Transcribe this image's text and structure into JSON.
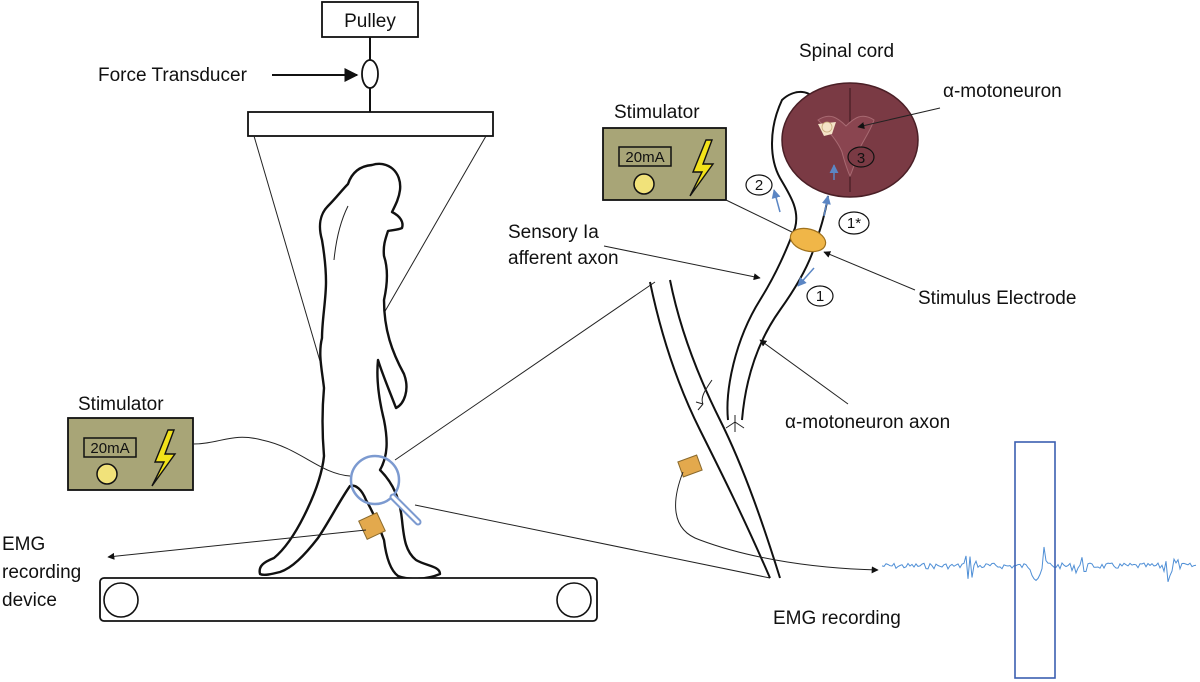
{
  "labels": {
    "pulley": "Pulley",
    "force_transducer": "Force Transducer",
    "stimulator_left": "Stimulator",
    "stimulator_right": "Stimulator",
    "display_left": "20mA",
    "display_right": "20mA",
    "emg_device_line1": "EMG",
    "emg_device_line2": "recording",
    "emg_device_line3": "device",
    "spinal_cord": "Spinal cord",
    "alpha_motoneuron": "α-motoneuron",
    "sensory_line1": "Sensory Ia",
    "sensory_line2": "afferent axon",
    "stimulus_electrode": "Stimulus Electrode",
    "motoneuron_axon": "α-motoneuron axon",
    "emg_recording": "EMG recording"
  },
  "markers": {
    "m1": "1",
    "m1star": "1*",
    "m2": "2",
    "m3": "3"
  },
  "colors": {
    "stimulator_box": "#a8a577",
    "bolt": "#f2e21a",
    "knob": "#f1e27a",
    "spinal_outer": "#7a3a44",
    "spinal_inner": "#8a4550",
    "grey_matter": "#f4e3c8",
    "electrode": "#f0b648",
    "electrode_pad": "#e3a94d",
    "arrow_blue": "#5b86c4",
    "emg_trace": "#4f8fd6",
    "highlight_box": "#3b5fb0",
    "magnifier": "#7c9ad0"
  },
  "icons": [
    "lightning-bolt-icon",
    "magnifier-icon",
    "stimulator-knob-icon"
  ]
}
